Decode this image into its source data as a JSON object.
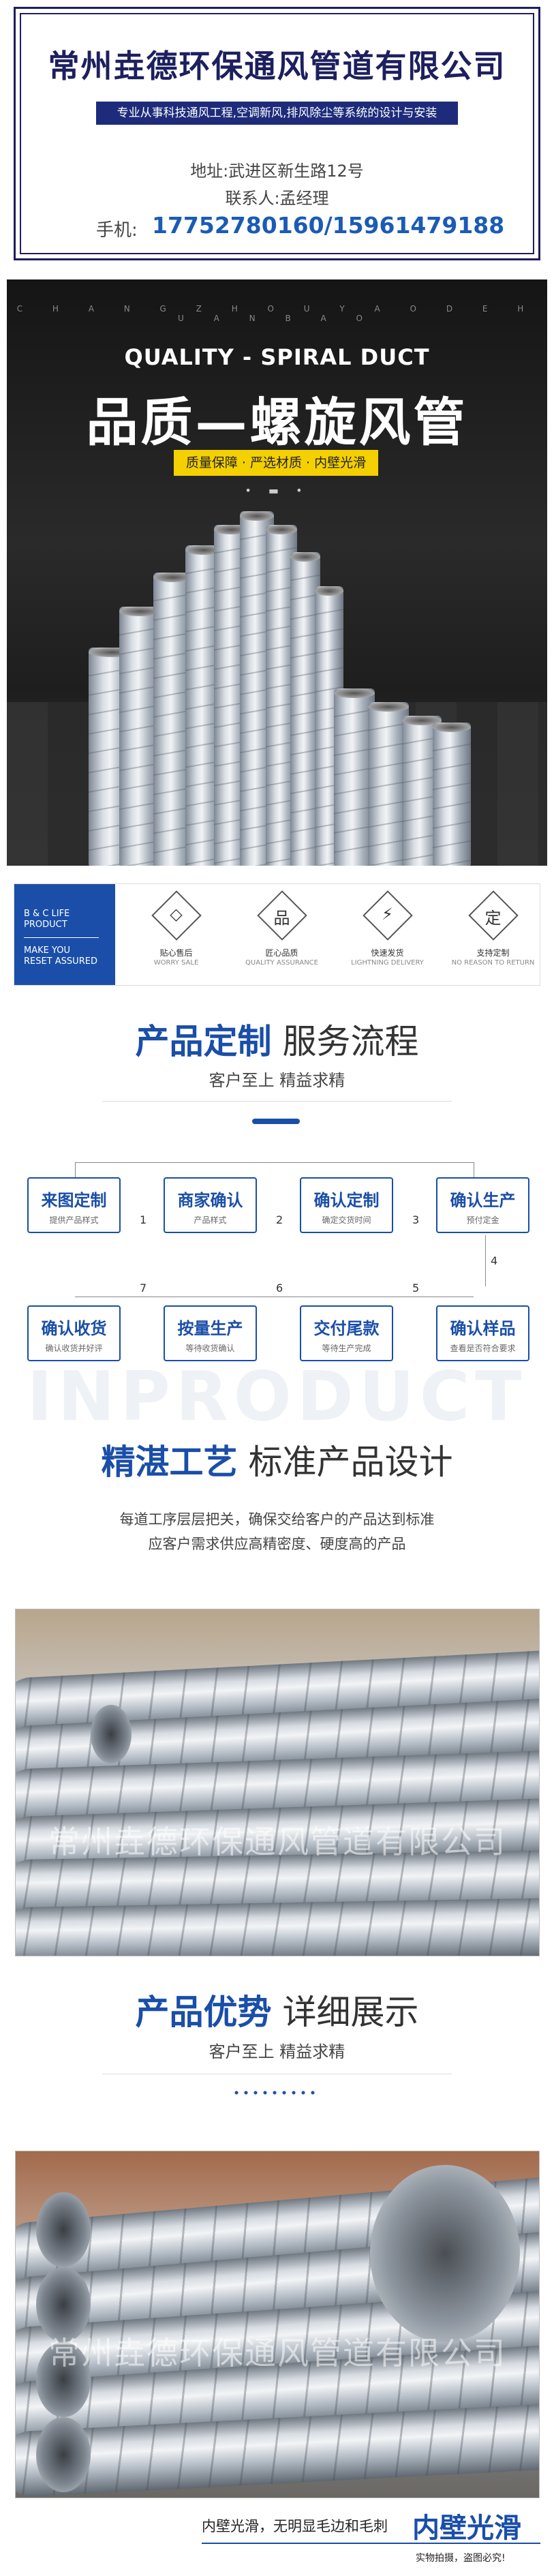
{
  "header": {
    "company_name": "常州垚德环保通风管道有限公司",
    "slogan": "专业从事科技通风工程,空调新风,排风除尘等系统的设计与安装",
    "address": "地址:武进区新生路12号",
    "contact": "联系人:孟经理",
    "phone_label": "手机:",
    "phone": "17752780160/15961479188"
  },
  "hero": {
    "letters": "C H A N G Z H O U Y A O D E H U A N B A O",
    "subtitle": "QUALITY - SPIRAL DUCT",
    "title": "品质—螺旋风管",
    "badge": "质量保障 · 严选材质 · 内壁光滑",
    "dots": "• ▬ •"
  },
  "features": {
    "left_line1": "B & C LIFE\nPRODUCT",
    "left_line2": "MAKE YOU\nRESET ASSURED",
    "items": [
      {
        "glyph": "◇",
        "icon": "diamond-icon",
        "title": "贴心售后",
        "sub": "WORRY SALE"
      },
      {
        "glyph": "品",
        "icon": "quality-icon",
        "title": "匠心品质",
        "sub": "QUALITY ASSURANCE"
      },
      {
        "glyph": "⚡",
        "icon": "lightning-icon",
        "title": "快速发货",
        "sub": "LIGHTNING DELIVERY"
      },
      {
        "glyph": "定",
        "icon": "custom-icon",
        "title": "支持定制",
        "sub": "NO REASON TO RETURN"
      }
    ]
  },
  "service": {
    "title_blue": "产品定制",
    "title_dark": " 服务流程",
    "subtitle": "客户至上 精益求精"
  },
  "flow": {
    "steps": [
      {
        "title": "来图定制",
        "sub": "提供产品样式"
      },
      {
        "title": "商家确认",
        "sub": "产品样式"
      },
      {
        "title": "确认定制",
        "sub": "确定交货时间"
      },
      {
        "title": "确认生产",
        "sub": "预付定金"
      },
      {
        "title": "确认收货",
        "sub": "确认收货并好评"
      },
      {
        "title": "按量生产",
        "sub": "等待收货确认"
      },
      {
        "title": "交付尾款",
        "sub": "等待生产完成"
      },
      {
        "title": "确认样品",
        "sub": "查看是否符合要求"
      }
    ],
    "numbers": [
      "1",
      "2",
      "3",
      "4",
      "5",
      "6",
      "7"
    ]
  },
  "craft": {
    "title_blue": "精湛工艺",
    "title_dark": " 标准产品设计",
    "watermark": "INPRODUCT",
    "desc_line1": "每道工序层层把关，确保交给客户的产品达到标准",
    "desc_line2": "应客户需求供应高精密度、硬度高的产品"
  },
  "advantage": {
    "title_blue": "产品优势",
    "title_dark": " 详细展示",
    "subtitle": "客户至上 精益求精"
  },
  "photos": {
    "watermark1": "常州垚德环保通风管道有限公司",
    "watermark2": "常州垚德环保通风管道有限公司"
  },
  "bottom": {
    "caption_small": "内壁光滑，无明显毛边和毛刺",
    "caption_big": "内壁光滑",
    "note": "实物拍摄，盗图必究!"
  },
  "colors": {
    "navy": "#1d1f5e",
    "blue": "#1a4ea8",
    "phone": "#1a5bb5",
    "badge": "#f4d000"
  }
}
